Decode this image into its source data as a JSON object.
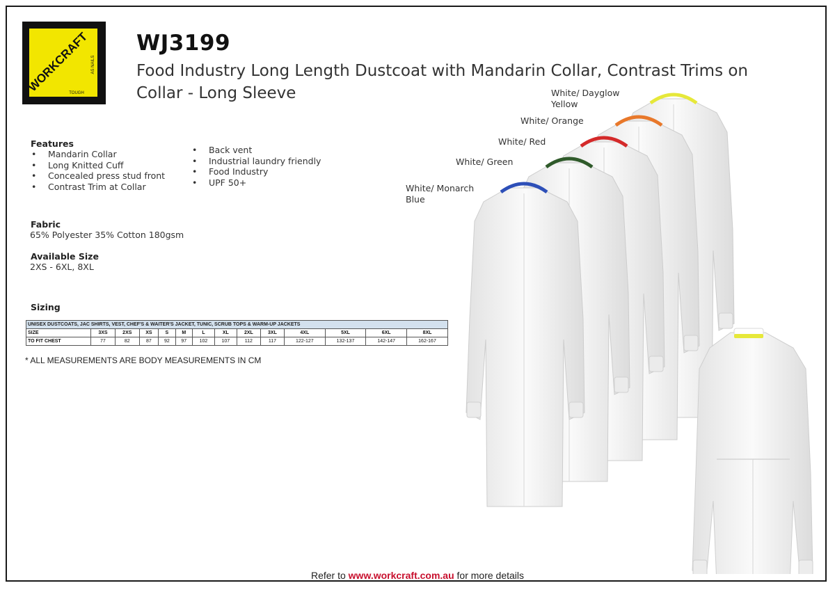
{
  "brand": {
    "logo_text": "WORKCRAFT",
    "logo_tagline_side": "AS NAILS",
    "logo_tagline_bottom": "TOUGH"
  },
  "product": {
    "code": "WJ3199",
    "title": "Food Industry Long Length Dustcoat with Mandarin Collar, Contrast Trims on Collar - Long Sleeve"
  },
  "features": {
    "label": "Features",
    "left": [
      "Mandarin Collar",
      "Long Knitted Cuff",
      "Concealed press stud front",
      "Contrast Trim at Collar"
    ],
    "right": [
      "Back vent",
      "Industrial laundry friendly",
      "Food Industry",
      "UPF 50+"
    ]
  },
  "fabric": {
    "label": "Fabric",
    "value": "65% Polyester 35% Cotton 180gsm"
  },
  "available_size": {
    "label": "Available Size",
    "value": "2XS - 6XL, 8XL"
  },
  "sizing": {
    "label": "Sizing",
    "table_title": "UNISEX DUSTCOATS, JAC SHIRTS, VEST, CHEF'S & WAITER'S JACKET, TUNIC, SCRUB TOPS & WARM-UP JACKETS",
    "size_label": "SIZE",
    "sizes": [
      "3XS",
      "2XS",
      "XS",
      "S",
      "M",
      "L",
      "XL",
      "2XL",
      "3XL",
      "4XL",
      "5XL",
      "6XL",
      "8XL"
    ],
    "chest_label": "TO FIT CHEST",
    "chest": [
      "77",
      "82",
      "87",
      "92",
      "97",
      "102",
      "107",
      "112",
      "117",
      "122-127",
      "132-137",
      "142-147",
      "162-167"
    ],
    "note": "* ALL MEASUREMENTS ARE BODY MEASUREMENTS IN CM"
  },
  "colours": [
    {
      "label_line1": "White/ Dayglow",
      "label_line2": "Yellow",
      "trim": "#e6e83a"
    },
    {
      "label_line1": "White/ Orange",
      "label_line2": "",
      "trim": "#e8782a"
    },
    {
      "label_line1": "White/ Red",
      "label_line2": "",
      "trim": "#d42a2a"
    },
    {
      "label_line1": "White/ Green",
      "label_line2": "",
      "trim": "#2f5a2a"
    },
    {
      "label_line1": "White/ Monarch",
      "label_line2": "Blue",
      "trim": "#2d4fb8"
    }
  ],
  "footer": {
    "prefix": "Refer to",
    "url": "www.workcraft.com.au",
    "suffix": "for more details"
  },
  "palette": {
    "logo_yellow": "#f2e600",
    "logo_black": "#111111",
    "table_header_bg": "#d3e1ee",
    "footer_url": "#c8102e",
    "coat_white": "#f4f4f4"
  }
}
